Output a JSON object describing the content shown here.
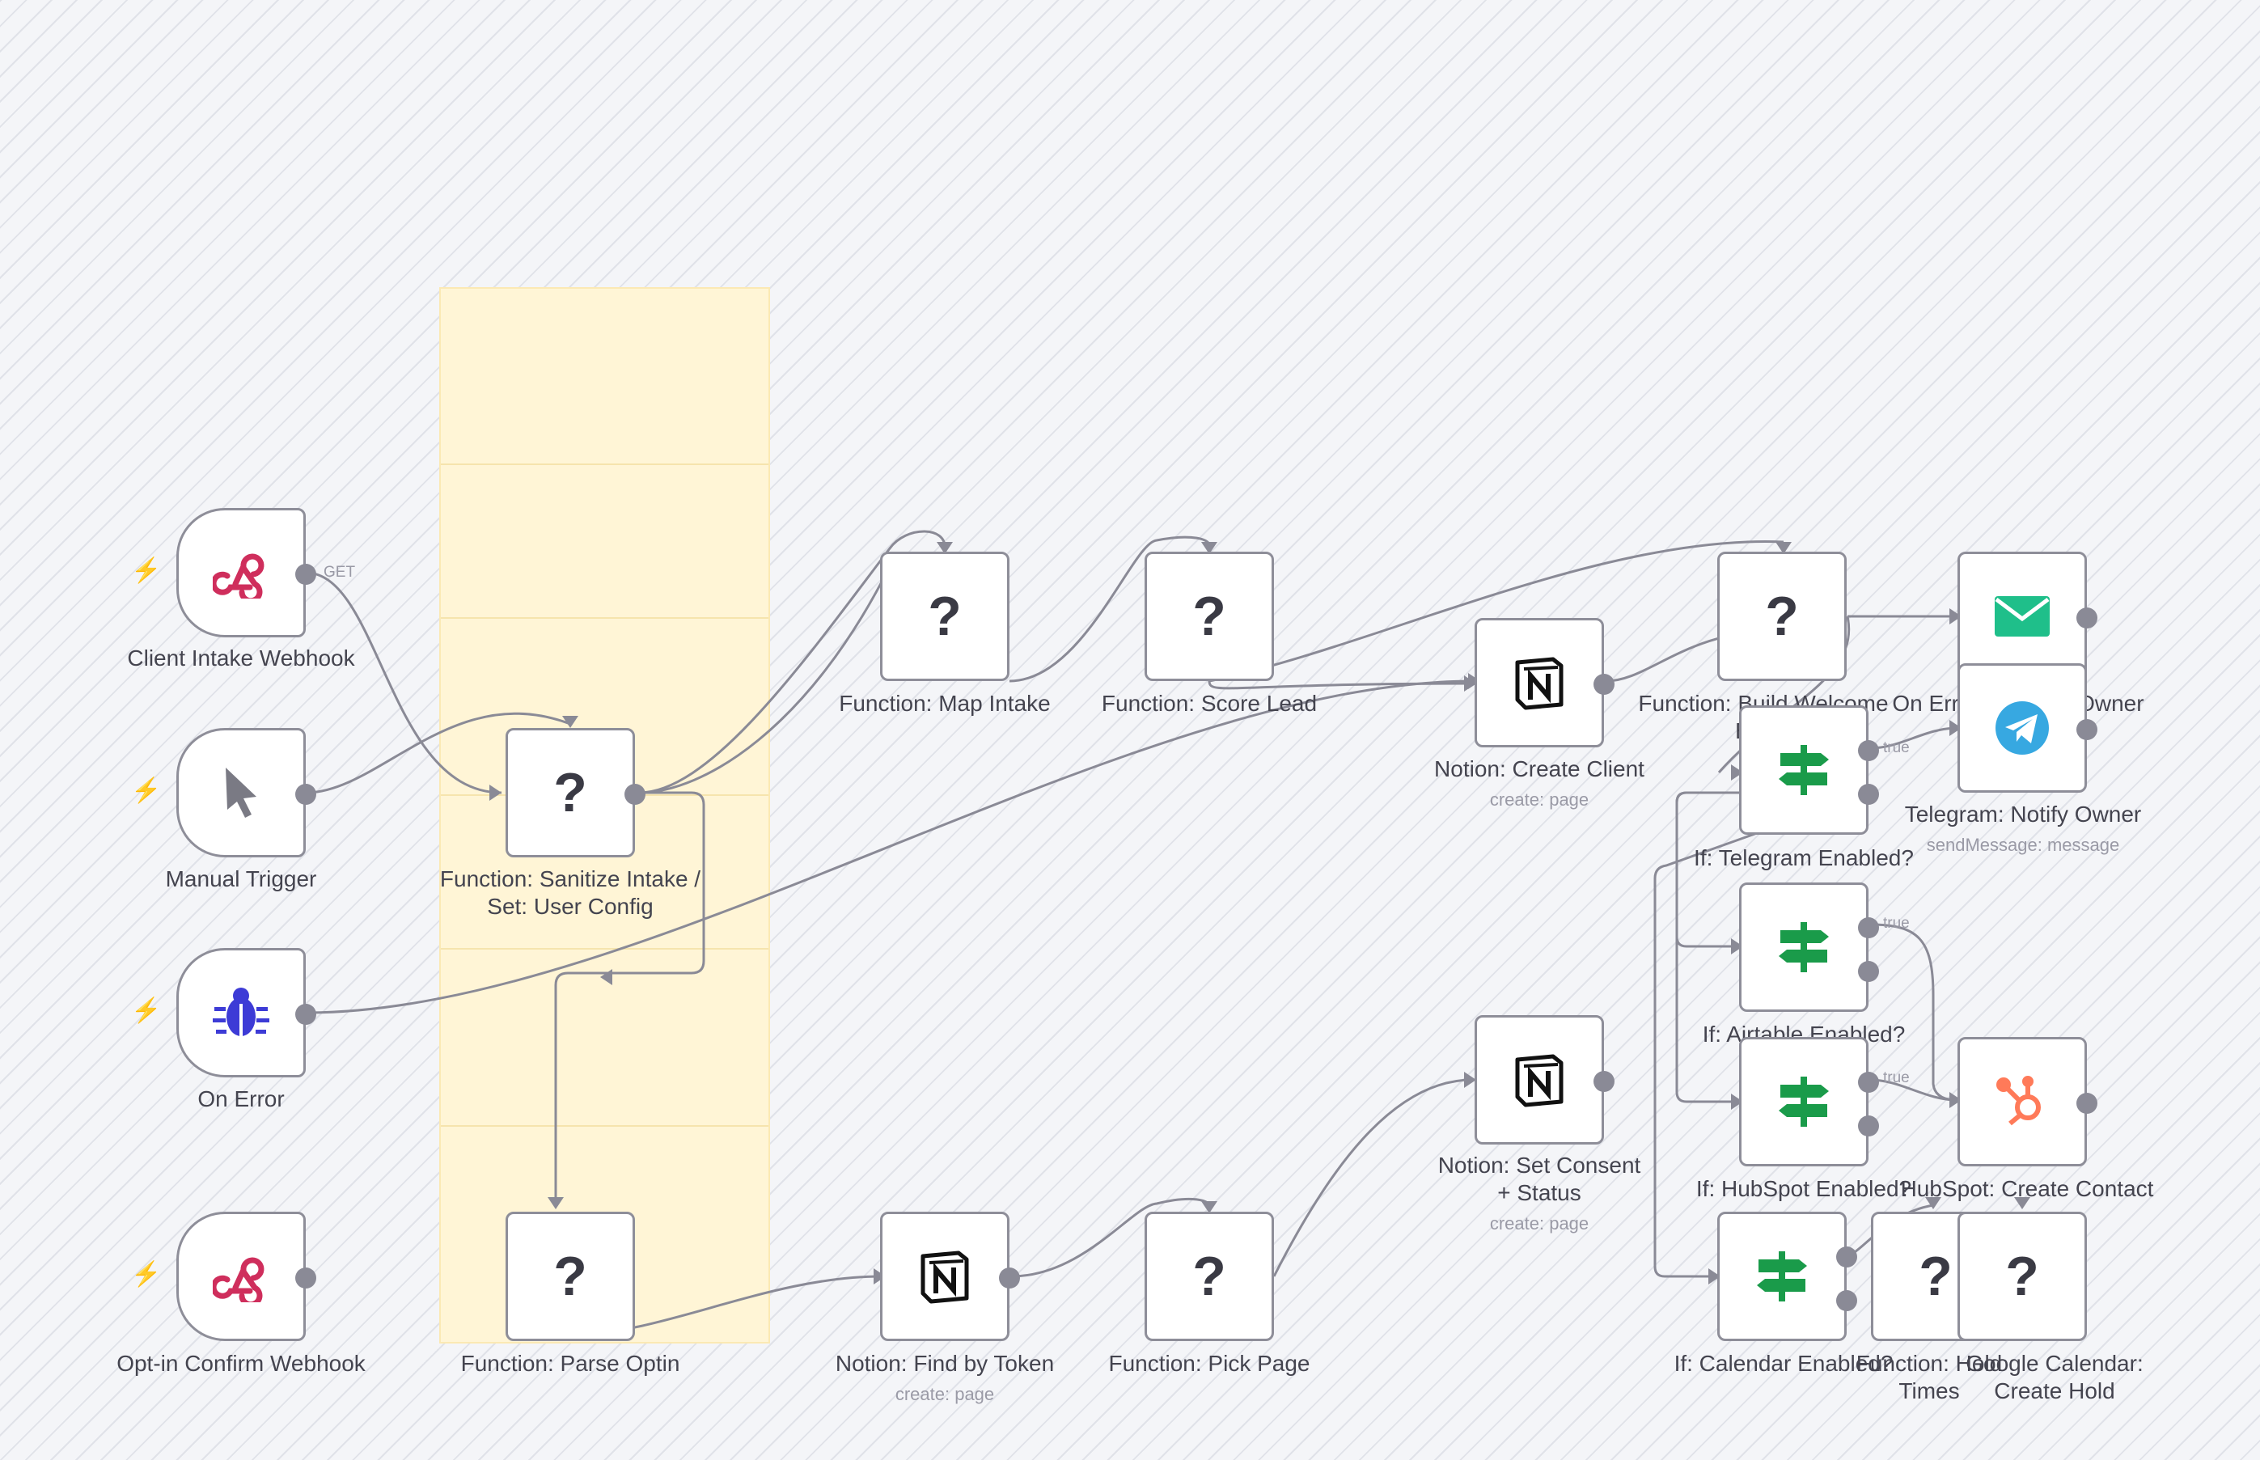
{
  "nodes": {
    "client_webhook": {
      "label": "Client Intake Webhook",
      "icon": "webhook-icon",
      "port_label": "GET"
    },
    "manual_trigger": {
      "label": "Manual Trigger",
      "icon": "cursor-icon"
    },
    "on_error": {
      "label": "On Error",
      "icon": "bug-icon"
    },
    "optin_webhook": {
      "label": "Opt-in Confirm Webhook",
      "icon": "webhook-icon"
    },
    "func_overlap": {
      "label": "Function: Sanitize Intake / Set: User Config",
      "icon": "question-icon"
    },
    "parse_optin": {
      "label": "Function: Parse Optin",
      "icon": "question-icon"
    },
    "map_intake": {
      "label": "Function: Map Intake",
      "icon": "question-icon"
    },
    "score_lead": {
      "label": "Function: Score Lead",
      "icon": "question-icon"
    },
    "notion_create": {
      "label": "Notion: Create Client",
      "sub": "create: page",
      "icon": "notion-icon"
    },
    "build_welcome": {
      "label": "Function: Build Welcome Email",
      "icon": "question-icon"
    },
    "on_error_email": {
      "label": "On Error → Email Owner",
      "icon": "email-icon"
    },
    "telegram_notify": {
      "label": "Telegram: Notify Owner",
      "sub": "sendMessage: message",
      "icon": "telegram-icon"
    },
    "if_telegram": {
      "label": "If: Telegram Enabled?",
      "icon": "signpost-icon",
      "true_label": "true"
    },
    "if_airtable": {
      "label": "If: Airtable Enabled?",
      "icon": "signpost-icon",
      "true_label": "true"
    },
    "if_hubspot": {
      "label": "If: HubSpot Enabled?",
      "icon": "signpost-icon",
      "true_label": "true"
    },
    "hubspot_create": {
      "label": "HubSpot: Create Contact",
      "icon": "hubspot-icon"
    },
    "if_calendar": {
      "label": "If: Calendar Enabled?",
      "icon": "signpost-icon"
    },
    "func_hold": {
      "label": "Function: Hold Times",
      "icon": "question-icon"
    },
    "gcal_hold": {
      "label": "Google Calendar: Create Hold",
      "icon": "question-icon"
    },
    "notion_find": {
      "label": "Notion: Find by Token",
      "sub": "create: page",
      "icon": "notion-icon"
    },
    "pick_page": {
      "label": "Function: Pick Page",
      "icon": "question-icon"
    },
    "notion_consent": {
      "label": "Notion: Set Consent + Status",
      "sub": "create: page",
      "icon": "notion-icon"
    }
  },
  "colors": {
    "wire": "#8a8a96",
    "port": "#8a8a96",
    "bolt": "#ff6d5a",
    "webhook": "#cf2e5c",
    "bug": "#3d3bd6",
    "email": "#1fbf8a",
    "telegram": "#37a8e1",
    "hubspot": "#ff7a59",
    "signpost": "#1a9b4a",
    "sticky": "#fff5d6"
  }
}
